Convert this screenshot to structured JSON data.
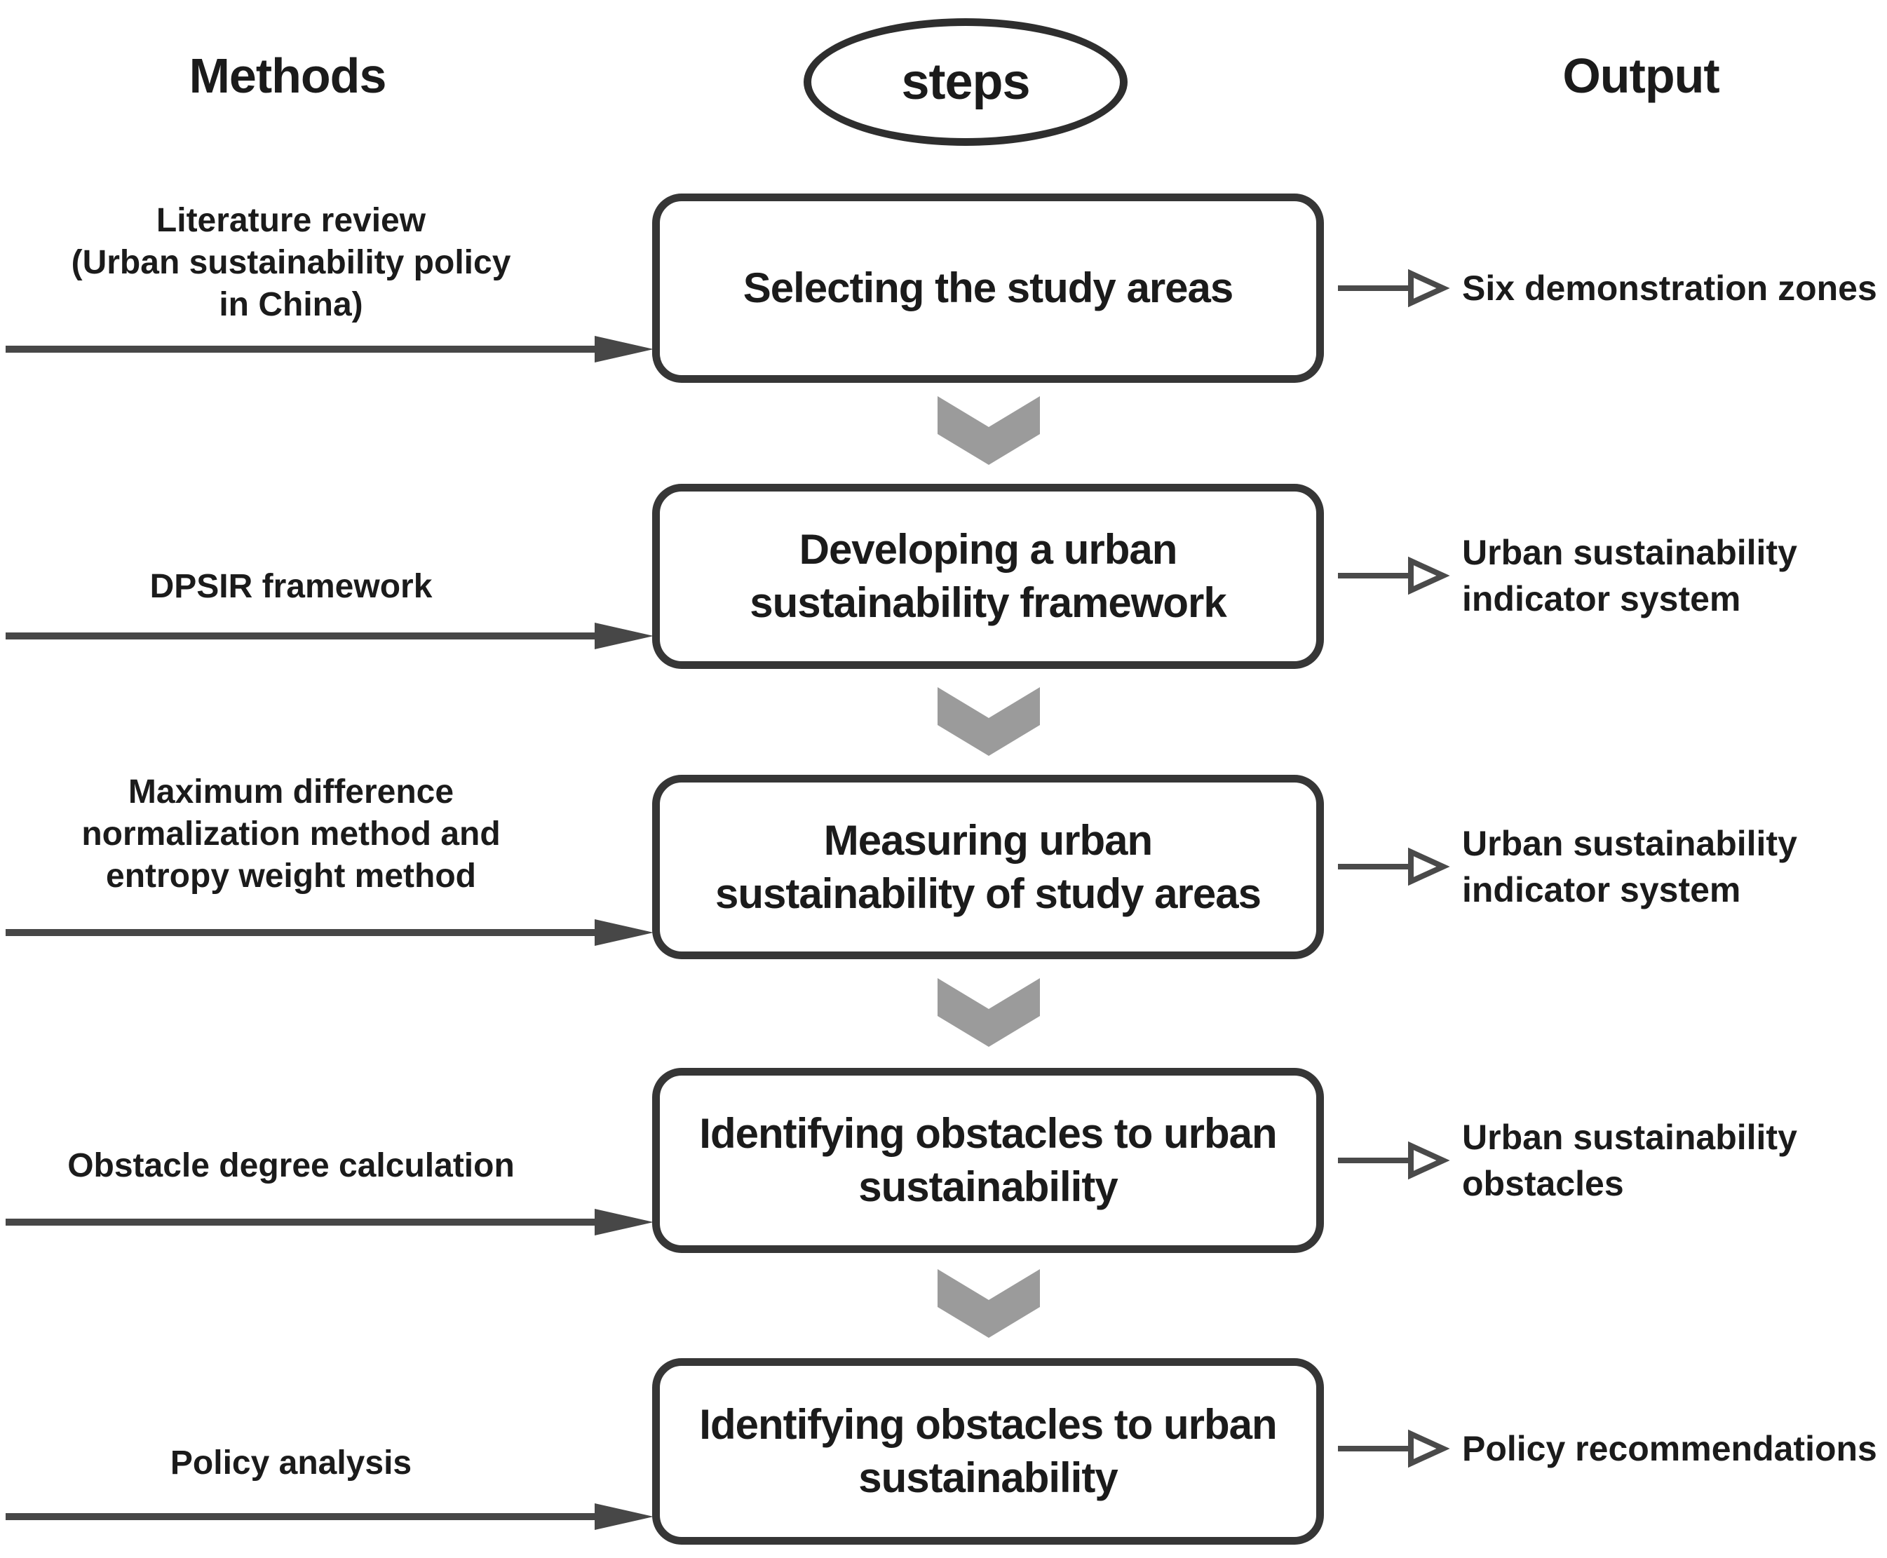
{
  "diagram": {
    "headers": {
      "methods": "Methods",
      "steps": "steps",
      "output": "Output"
    },
    "colors": {
      "text": "#1b1b1b",
      "box_border": "#363636",
      "method_arrow": "#474747",
      "output_arrow": "#4a4a4a",
      "chevron": "#9b9b9b",
      "ellipse_border": "#2e2e2e",
      "background": "#ffffff"
    },
    "rows": [
      {
        "method": "Literature review\n(Urban sustainability policy\nin China)",
        "step": "Selecting the study areas",
        "output": "Six demonstration zones"
      },
      {
        "method": "DPSIR framework",
        "step": "Developing a urban\nsustainability framework",
        "output": "Urban sustainability\nindicator system"
      },
      {
        "method": "Maximum difference\nnormalization method and\nentropy weight method",
        "step": "Measuring urban\nsustainability of study areas",
        "output": "Urban sustainability\nindicator system"
      },
      {
        "method": "Obstacle degree calculation",
        "step": "Identifying obstacles to urban\nsustainability",
        "output": "Urban sustainability\nobstacles"
      },
      {
        "method": "Policy analysis",
        "step": "Identifying obstacles to urban\nsustainability",
        "output": "Policy recommendations"
      }
    ]
  }
}
